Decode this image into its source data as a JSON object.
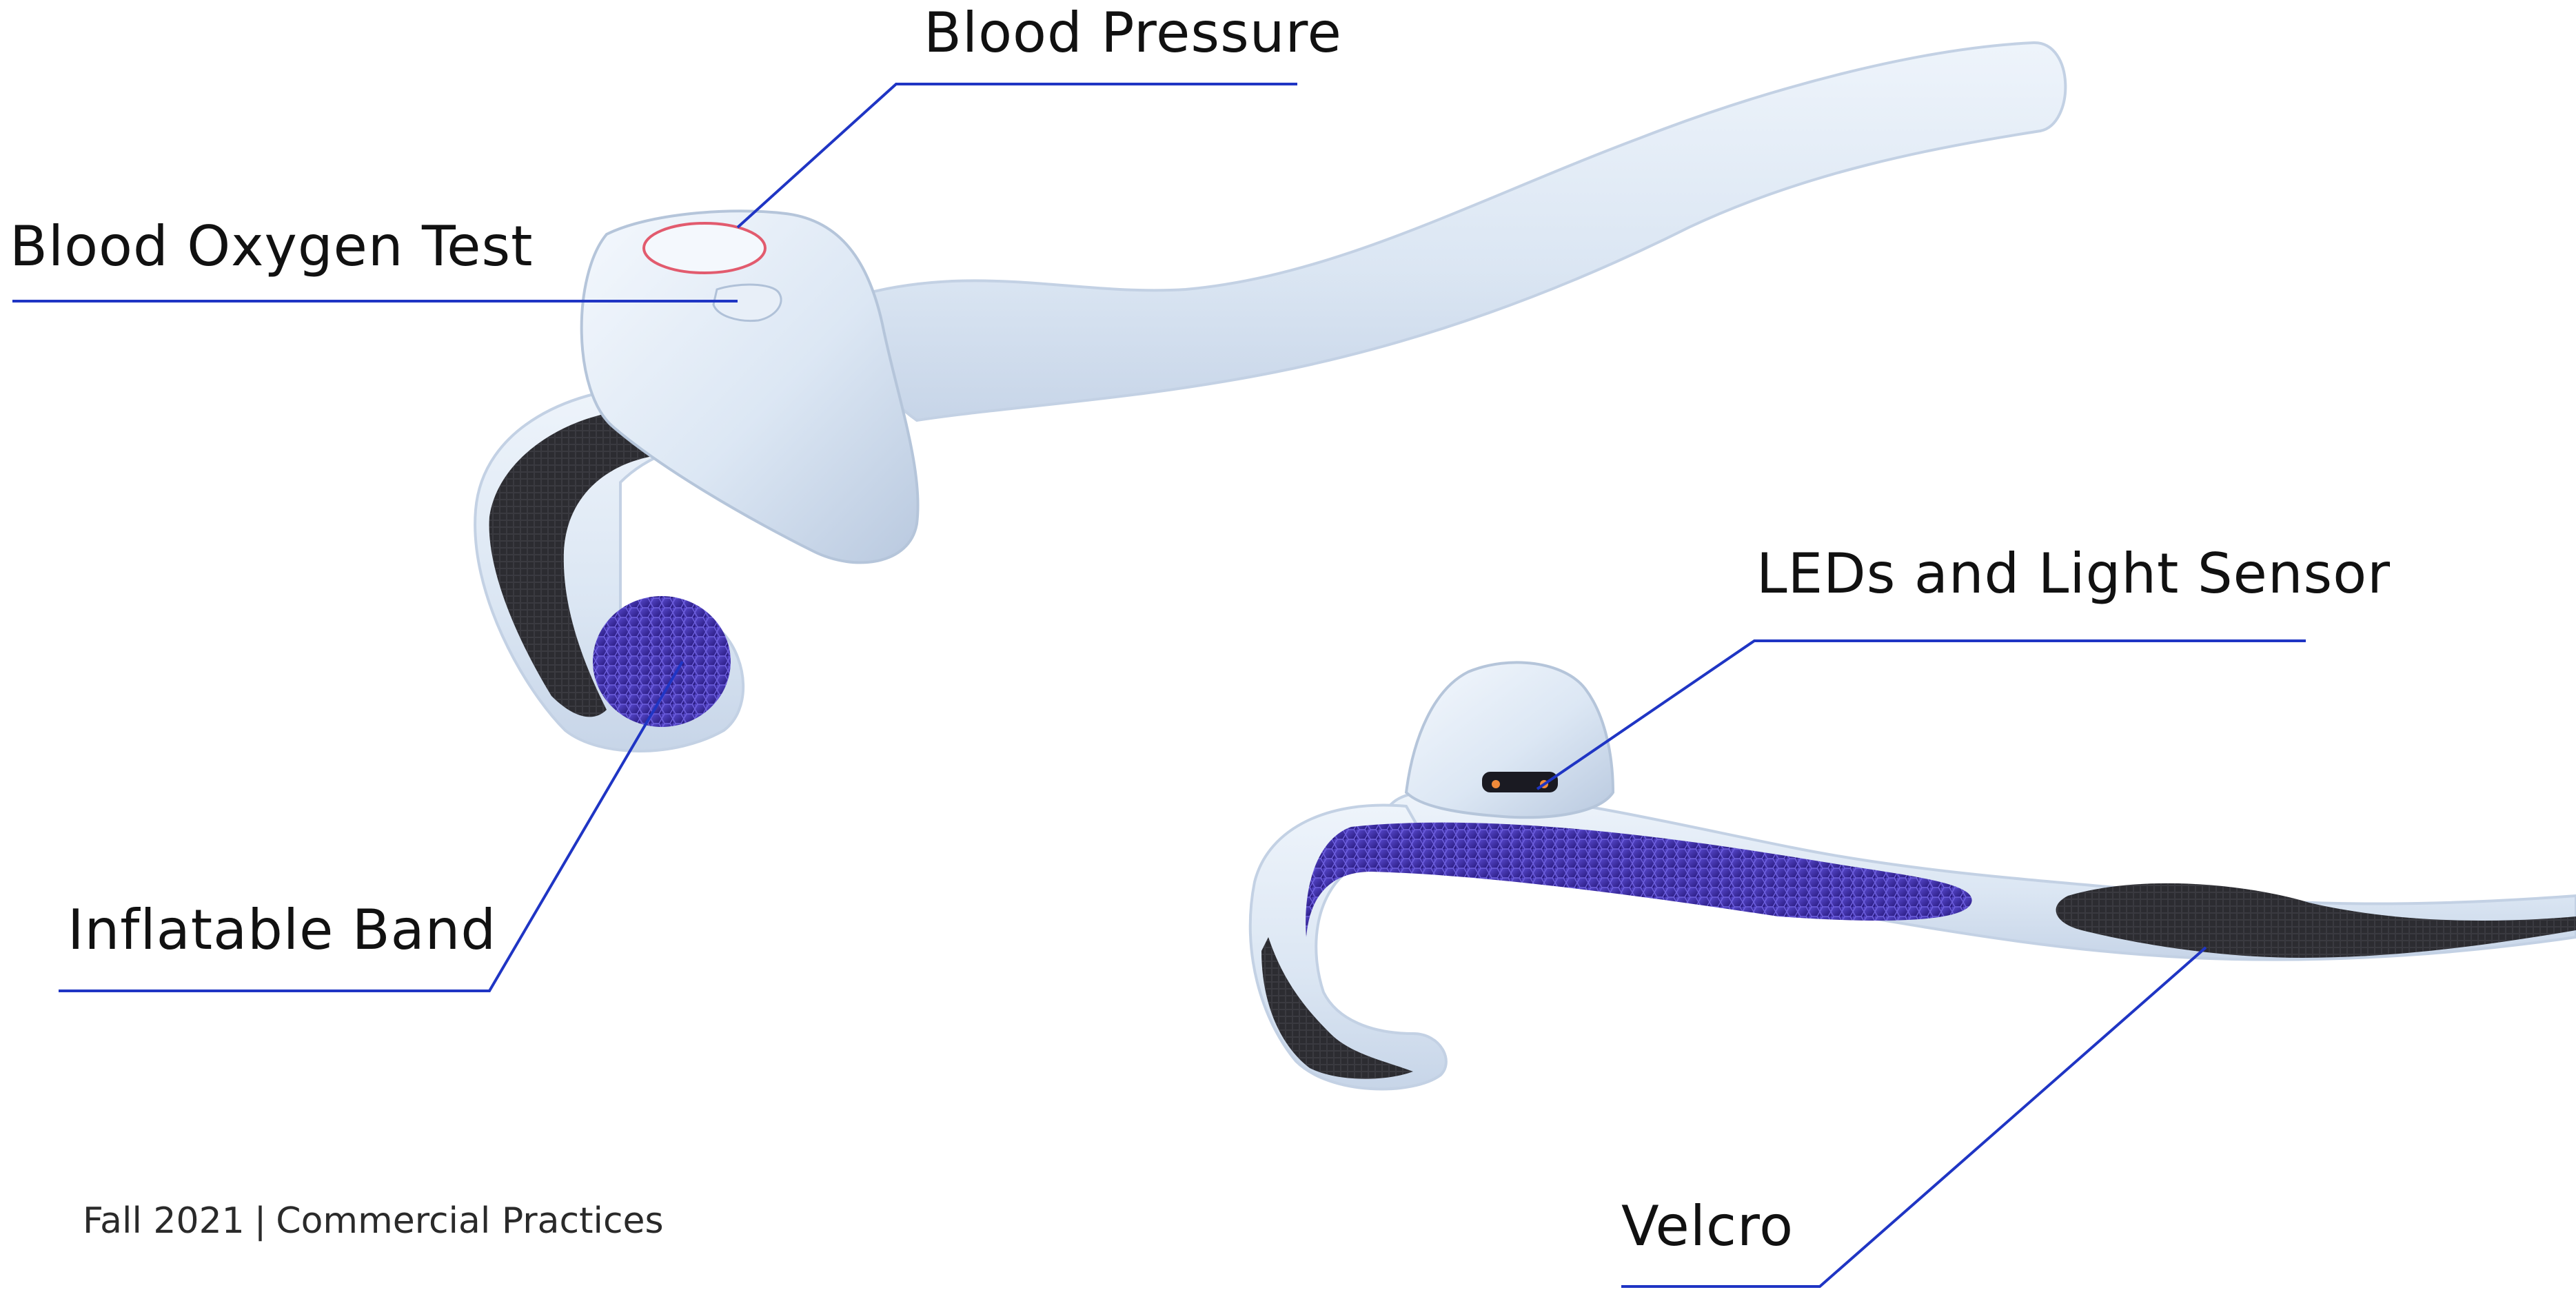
{
  "callouts": {
    "blood_pressure": "Blood Pressure",
    "blood_oxygen": "Blood Oxygen Test",
    "inflatable_band": "Inflatable Band",
    "leds_light_sensor": "LEDs and Light Sensor",
    "velcro": "Velcro"
  },
  "footer": {
    "term": "Fall 2021",
    "separator": "|",
    "course": "Commercial Practices"
  },
  "colors": {
    "leader_line": "#1f35c4",
    "band_shell": "#dfe9f5",
    "velcro": "#2a2a2e",
    "inflatable_mesh": "#3b2aa0",
    "text": "#111111"
  }
}
